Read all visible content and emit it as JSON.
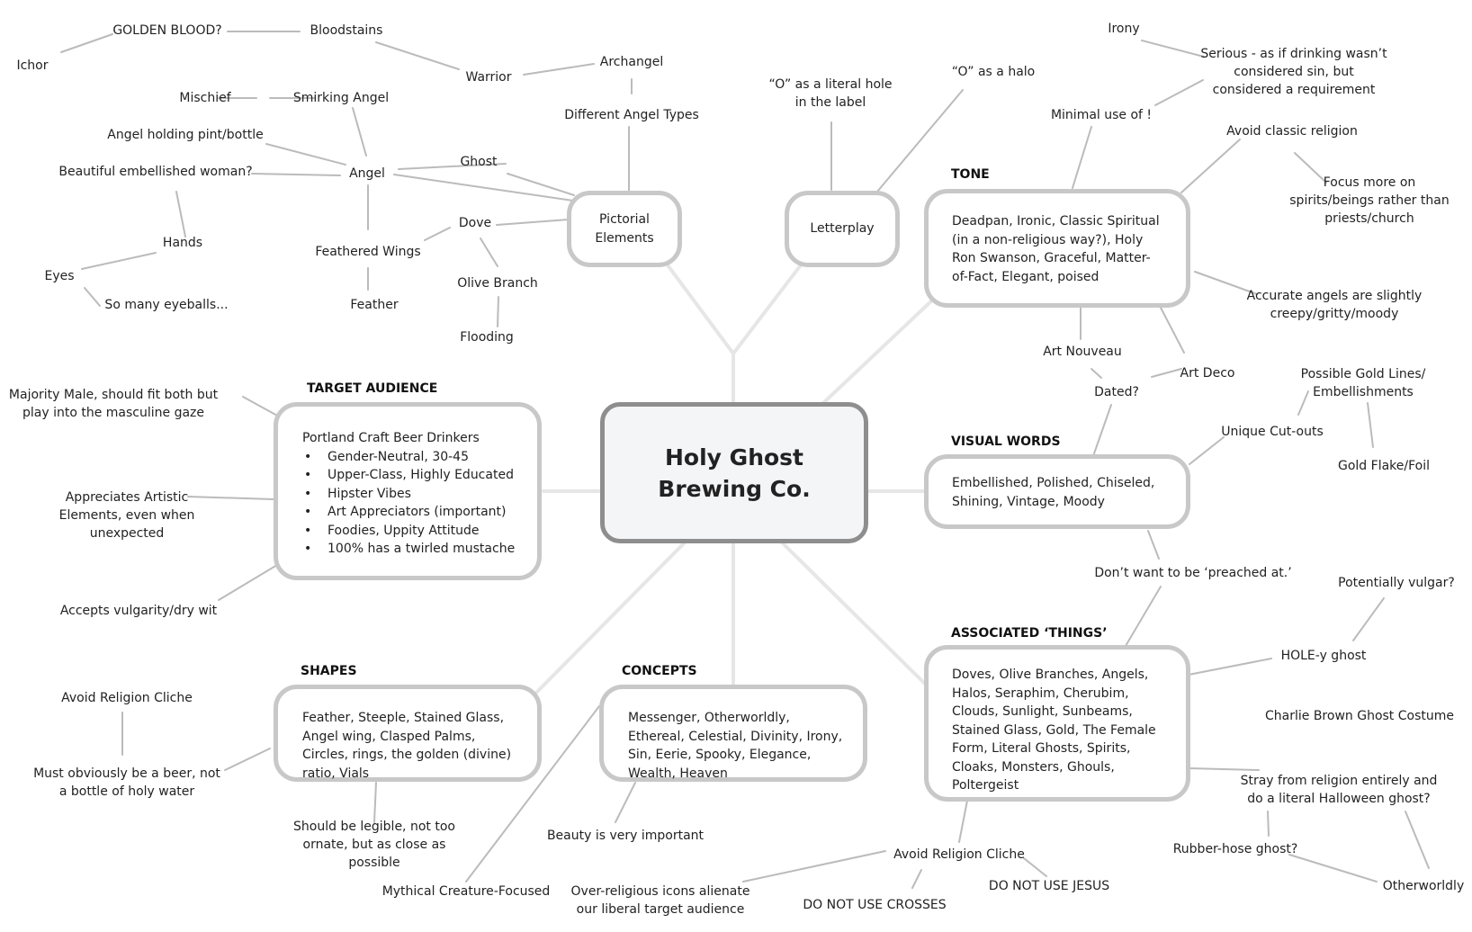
{
  "center": {
    "title": "Holy Ghost Brewing Co."
  },
  "headings": {
    "target_audience": "TARGET AUDIENCE",
    "tone": "TONE",
    "visual_words": "VISUAL WORDS",
    "associated": "ASSOCIATED ‘THINGS’",
    "shapes": "SHAPES",
    "concepts": "CONCEPTS"
  },
  "boxes": {
    "pictorial": "Pictorial Elements",
    "letterplay": "Letterplay",
    "tone": "Deadpan, Ironic, Classic Spiritual (in a non-religious way?), Holy Ron Swanson, Graceful, Matter-of-Fact, Elegant, poised",
    "target_intro": "Portland Craft Beer Drinkers",
    "target_items": [
      "Gender-Neutral, 30-45",
      "Upper-Class, Highly Educated",
      "Hipster Vibes",
      "Art Appreciators (important)",
      "Foodies, Uppity Attitude",
      "100% has a twirled mustache"
    ],
    "visual_words": "Embellished, Polished, Chiseled, Shining, Vintage, Moody",
    "associated": "Doves, Olive Branches, Angels, Halos, Seraphim, Cherubim, Clouds, Sunlight, Sunbeams, Stained Glass, Gold, The Female Form, Literal Ghosts, Spirits, Cloaks, Monsters, Ghouls, Poltergeist",
    "shapes": "Feather, Steeple, Stained Glass, Angel wing, Clasped Palms, Circles, rings, the golden (divine) ratio, Vials",
    "concepts": "Messenger, Otherworldly, Ethereal, Celestial, Divinity, Irony, Sin, Eerie, Spooky, Elegance, Wealth, Heaven"
  },
  "labels": {
    "golden_blood": "GOLDEN BLOOD?",
    "bloodstains": "Bloodstains",
    "ichor": "Ichor",
    "warrior": "Warrior",
    "archangel": "Archangel",
    "different_angel_types": "Different Angel Types",
    "mischief": "Mischief",
    "smirking_angel": "Smirking Angel",
    "angel_holding": "Angel holding pint/bottle",
    "angel": "Angel",
    "ghost": "Ghost",
    "beautiful_woman": "Beautiful embellished woman?",
    "hands": "Hands",
    "eyes": "Eyes",
    "so_many_eyeballs": "So many eyeballs...",
    "feathered_wings": "Feathered Wings",
    "feather": "Feather",
    "dove": "Dove",
    "olive_branch": "Olive Branch",
    "flooding": "Flooding",
    "o_hole": "“O” as a literal hole in the label",
    "o_halo": "“O” as a halo",
    "irony": "Irony",
    "serious": "Serious - as if drinking wasn’t considered sin, but considered a requirement",
    "minimal_use": "Minimal use of !",
    "avoid_classic": "Avoid classic religion",
    "focus_spirits": "Focus more on spirits/beings rather than priests/church",
    "accurate_angels": "Accurate angels are slightly creepy/gritty/moody",
    "art_nouveau": "Art Nouveau",
    "art_deco": "Art Deco",
    "dated": "Dated?",
    "gold_lines": "Possible Gold Lines/ Embellishments",
    "unique_cutouts": "Unique Cut-outs",
    "gold_flake": "Gold Flake/Foil",
    "majority_male": "Majority Male, should fit both but play into the masculine gaze",
    "appreciates_artistic": "Appreciates Artistic Elements, even when unexpected",
    "accepts_vulgarity": "Accepts vulgarity/dry wit",
    "preached_at": "Don’t want to be ‘preached at.’",
    "potentially_vulgar": "Potentially vulgar?",
    "holey_ghost": "HOLE-y ghost",
    "charlie_brown": "Charlie Brown Ghost Costume",
    "stray_from_religion": "Stray from religion entirely and do a literal Halloween ghost?",
    "rubber_hose": "Rubber-hose ghost?",
    "otherworldly": "Otherworldly",
    "avoid_cliche_right": "Avoid Religion Cliche",
    "do_not_jesus": "DO NOT USE JESUS",
    "do_not_crosses": "DO NOT USE CROSSES",
    "over_religious": "Over-religious icons alienate our liberal target audience",
    "beauty": "Beauty is very important",
    "mythical": "Mythical Creature-Focused",
    "legible": "Should be legible, not too ornate, but as close as possible",
    "avoid_cliche_left": "Avoid Religion Cliche",
    "must_obviously": "Must obviously be a beer, not a bottle of holy water"
  },
  "colors": {
    "thick_link": "#e6e6e6",
    "thin_link": "#bbbbbb",
    "box_border": "#c8c8c8",
    "center_border": "#8e8e8e",
    "center_fill": "#f4f5f7"
  }
}
